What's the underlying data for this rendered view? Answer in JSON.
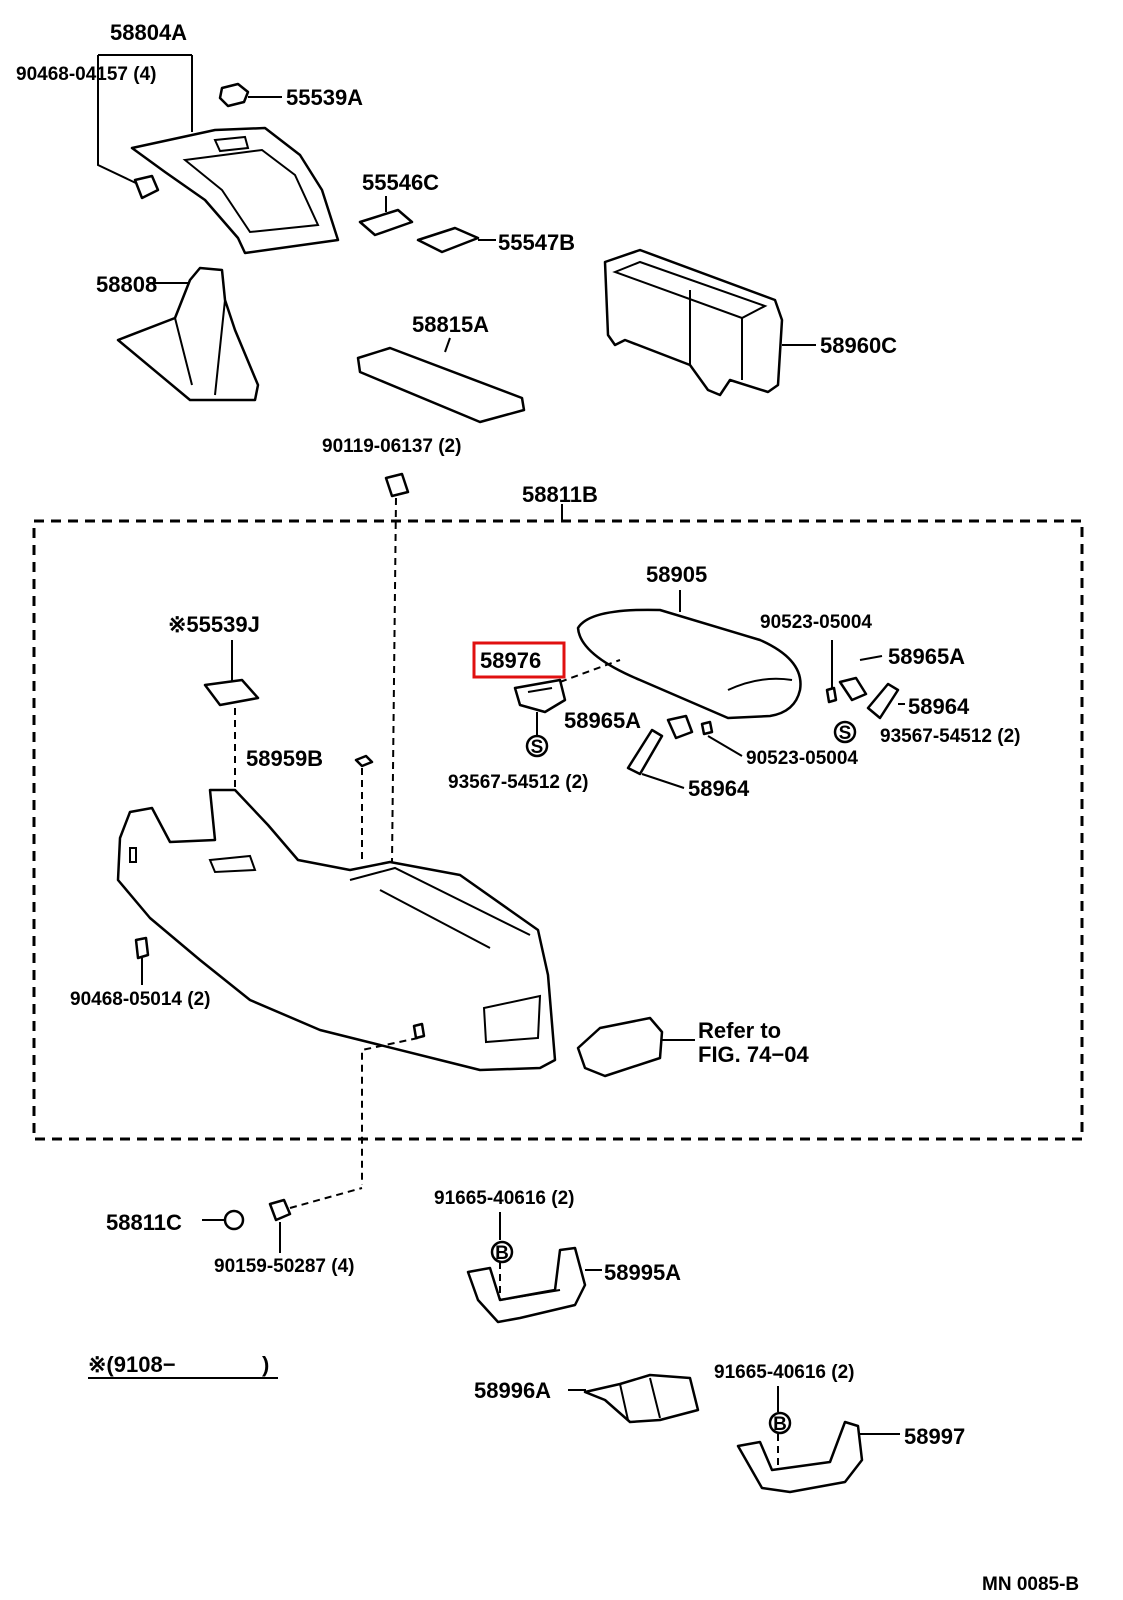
{
  "labels": {
    "p58804A": "58804A",
    "p90468_04157": "90468-04157 (4)",
    "p55539A": "55539A",
    "p55546C": "55546C",
    "p55547B": "55547B",
    "p58808": "58808",
    "p58815A": "58815A",
    "p58960C": "58960C",
    "p90119_06137": "90119-06137 (2)",
    "p58811B": "58811B",
    "p58905": "58905",
    "p90523_05004_a": "90523-05004",
    "p55539J": "※55539J",
    "p58976": "58976",
    "p58965A_a": "58965A",
    "p58964_a": "58964",
    "p58965A_b": "58965A",
    "p93567_54512_a": "93567-54512 (2)",
    "p90523_05004_b": "90523-05004",
    "p58959B": "58959B",
    "p93567_54512_b": "93567-54512 (2)",
    "p58964_b": "58964",
    "p90468_05014": "90468-05014 (2)",
    "refer_line1": "Refer to",
    "refer_line2": "FIG. 74−04",
    "p58811C": "58811C",
    "p90159_50287": "90159-50287 (4)",
    "p91665_40616_a": "91665-40616 (2)",
    "p58995A": "58995A",
    "note": "※(9108−",
    "note_close": ")",
    "p58996A": "58996A",
    "p91665_40616_b": "91665-40616 (2)",
    "p58997": "58997",
    "diagram_code": "MN 0085-B"
  },
  "symbols": {
    "s_a": "S",
    "s_b": "S",
    "b_a": "B",
    "b_b": "B"
  },
  "highlight_color": "#e01010"
}
